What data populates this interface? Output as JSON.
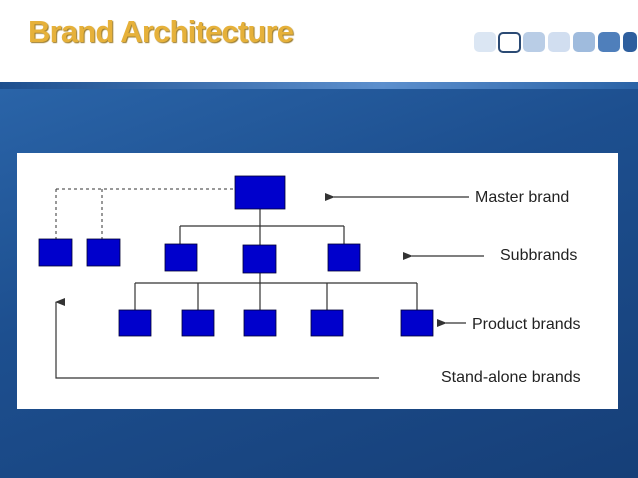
{
  "title": "Brand Architecture",
  "colors": {
    "title": "#e6b13a",
    "box": "#0000cc",
    "line": "#333333",
    "panel": "#ffffff",
    "background": "#1d4f8f"
  },
  "nodes": {
    "master": {
      "label": "Master brand"
    },
    "subbrands": {
      "label": "Subbrands",
      "count": 3
    },
    "standalone": {
      "count": 2
    },
    "product": {
      "label": "Product brands",
      "count": 5
    },
    "standalone_label": "Stand-alone brands"
  }
}
